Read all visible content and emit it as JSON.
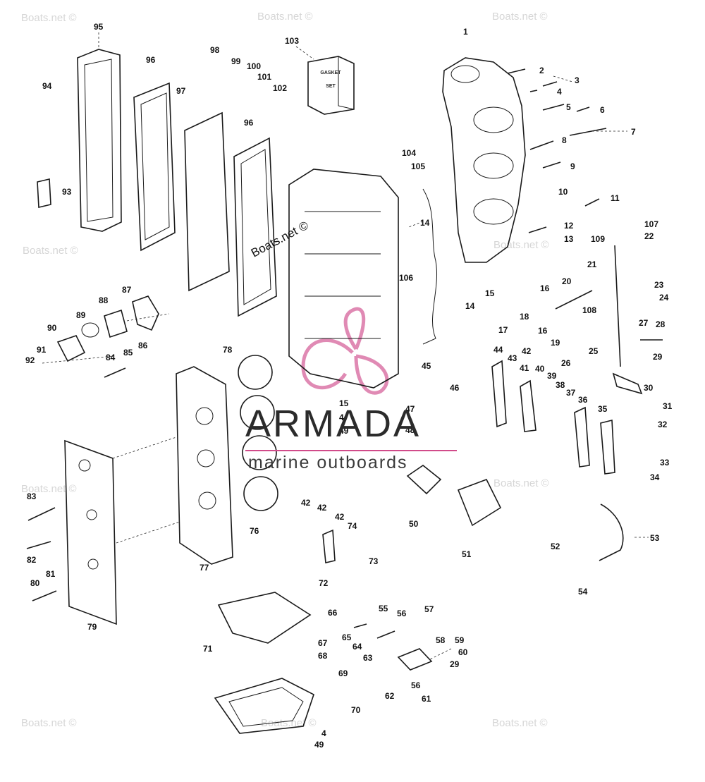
{
  "watermark": "Boats.net ©",
  "brand": {
    "name": "ARMADA",
    "tagline": "marine outboards",
    "accent_color": "#d14b8a"
  },
  "gasket_box": {
    "line1": "GASKET",
    "line2": "SET"
  },
  "callouts": [
    "95",
    "96",
    "97",
    "98",
    "99",
    "100",
    "101",
    "102",
    "103",
    "96",
    "94",
    "93",
    "1",
    "2",
    "3",
    "4",
    "5",
    "6",
    "7",
    "8",
    "9",
    "10",
    "11",
    "12",
    "13",
    "104",
    "105",
    "14",
    "106",
    "14",
    "15",
    "16",
    "107",
    "22",
    "109",
    "21",
    "20",
    "23",
    "24",
    "108",
    "27",
    "28",
    "18",
    "17",
    "16",
    "19",
    "42",
    "44",
    "43",
    "41",
    "40",
    "39",
    "38",
    "37",
    "36",
    "35",
    "25",
    "26",
    "29",
    "30",
    "31",
    "32",
    "33",
    "34",
    "87",
    "88",
    "89",
    "90",
    "91",
    "92",
    "84",
    "85",
    "86",
    "78",
    "45",
    "46",
    "15",
    "4",
    "49",
    "47",
    "48",
    "50",
    "51",
    "52",
    "53",
    "54",
    "83",
    "82",
    "80",
    "81",
    "79",
    "77",
    "76",
    "42",
    "42",
    "42",
    "74",
    "73",
    "72",
    "66",
    "55",
    "56",
    "57",
    "65",
    "64",
    "63",
    "58",
    "59",
    "60",
    "29",
    "67",
    "68",
    "69",
    "71",
    "56",
    "62",
    "61",
    "70",
    "4",
    "49"
  ]
}
